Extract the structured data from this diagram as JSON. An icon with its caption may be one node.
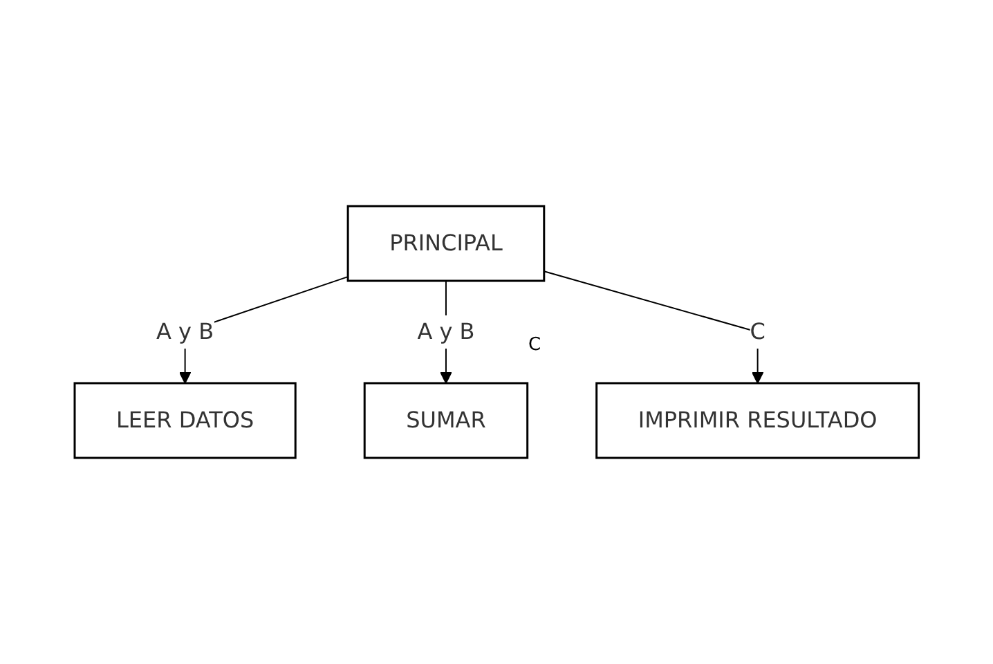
{
  "diagram": {
    "nodes": [
      {
        "text": [
          "PRINCIPAL"
        ]
      },
      {
        "text": [
          "LEER DATOS"
        ]
      },
      {
        "text": [
          "SUMAR"
        ]
      },
      {
        "text": [
          "IMPRIMIR RESULTADO"
        ]
      }
    ],
    "edges": [
      {
        "from": 0,
        "to": 1,
        "arrow": "to",
        "label": "A y B"
      },
      {
        "from": 0,
        "to": 2,
        "arrow": "to",
        "label": "A y B"
      },
      {
        "from": 0,
        "to": 3,
        "arrow": "to",
        "label": "C"
      }
    ],
    "labels": [
      "C"
    ]
  }
}
